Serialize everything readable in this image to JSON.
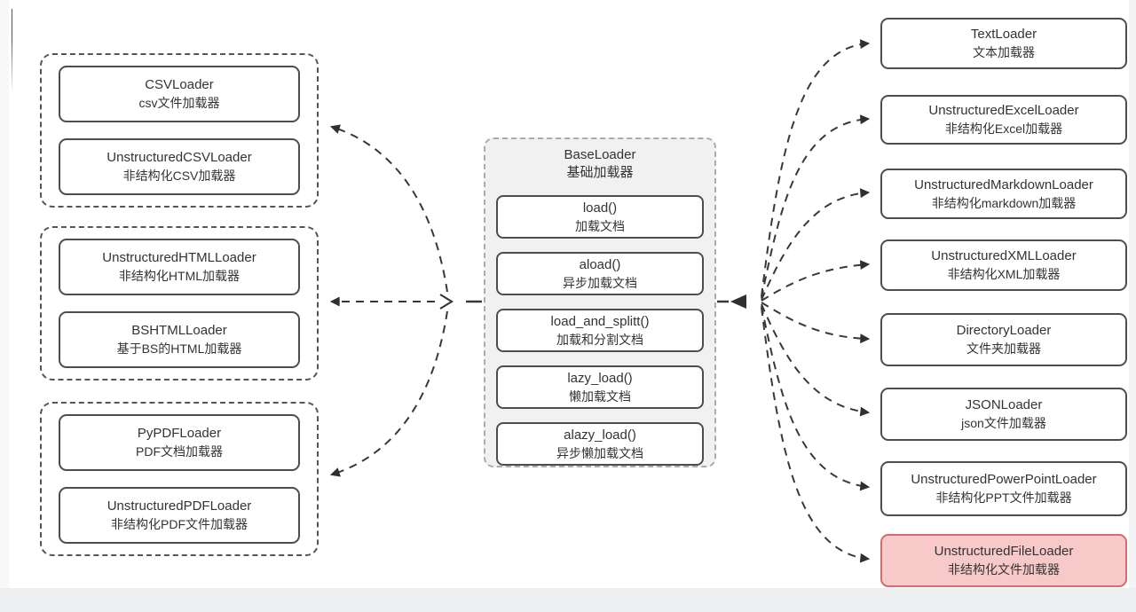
{
  "page": {
    "background": "#ffffff",
    "footer_strip_color": "#eceef0"
  },
  "colors": {
    "line": "#383838",
    "box_border": "#4d4d4d",
    "group_border": "#555555",
    "center_fill": "#f1f1f2",
    "center_border": "#ababab",
    "highlight_fill": "#f7c9c9",
    "highlight_border": "#d06e6e",
    "text": "#333333"
  },
  "center": {
    "title_en": "BaseLoader",
    "title_zh": "基础加载器",
    "methods": [
      {
        "en": "load()",
        "zh": "加载文档"
      },
      {
        "en": "aload()",
        "zh": "异步加载文档"
      },
      {
        "en": "load_and_splitt()",
        "zh": "加载和分割文档"
      },
      {
        "en": "lazy_load()",
        "zh": "懒加载文档"
      },
      {
        "en": "alazy_load()",
        "zh": "异步懒加载文档"
      }
    ]
  },
  "left_groups": [
    {
      "name": "csv-group",
      "loaders": [
        {
          "en": "CSVLoader",
          "zh": "csv文件加载器"
        },
        {
          "en": "UnstructuredCSVLoader",
          "zh": "非结构化CSV加载器"
        }
      ]
    },
    {
      "name": "html-group",
      "loaders": [
        {
          "en": "UnstructuredHTMLLoader",
          "zh": "非结构化HTML加载器"
        },
        {
          "en": "BSHTMLLoader",
          "zh": "基于BS的HTML加载器"
        }
      ]
    },
    {
      "name": "pdf-group",
      "loaders": [
        {
          "en": "PyPDFLoader",
          "zh": "PDF文档加载器"
        },
        {
          "en": "UnstructuredPDFLoader",
          "zh": "非结构化PDF文件加载器"
        }
      ]
    }
  ],
  "right_loaders": [
    {
      "en": "TextLoader",
      "zh": "文本加载器",
      "highlight": false
    },
    {
      "en": "UnstructuredExcelLoader",
      "zh": "非结构化Excel加载器",
      "highlight": false
    },
    {
      "en": "UnstructuredMarkdownLoader",
      "zh": "非结构化markdown加载器",
      "highlight": false
    },
    {
      "en": "UnstructuredXMLLoader",
      "zh": "非结构化XML加载器",
      "highlight": false
    },
    {
      "en": "DirectoryLoader",
      "zh": "文件夹加载器",
      "highlight": false
    },
    {
      "en": "JSONLoader",
      "zh": "json文件加载器",
      "highlight": false
    },
    {
      "en": "UnstructuredPowerPointLoader",
      "zh": "非结构化PPT文件加载器",
      "highlight": false
    },
    {
      "en": "UnstructuredFileLoader",
      "zh": "非结构化文件加载器",
      "highlight": true
    }
  ]
}
